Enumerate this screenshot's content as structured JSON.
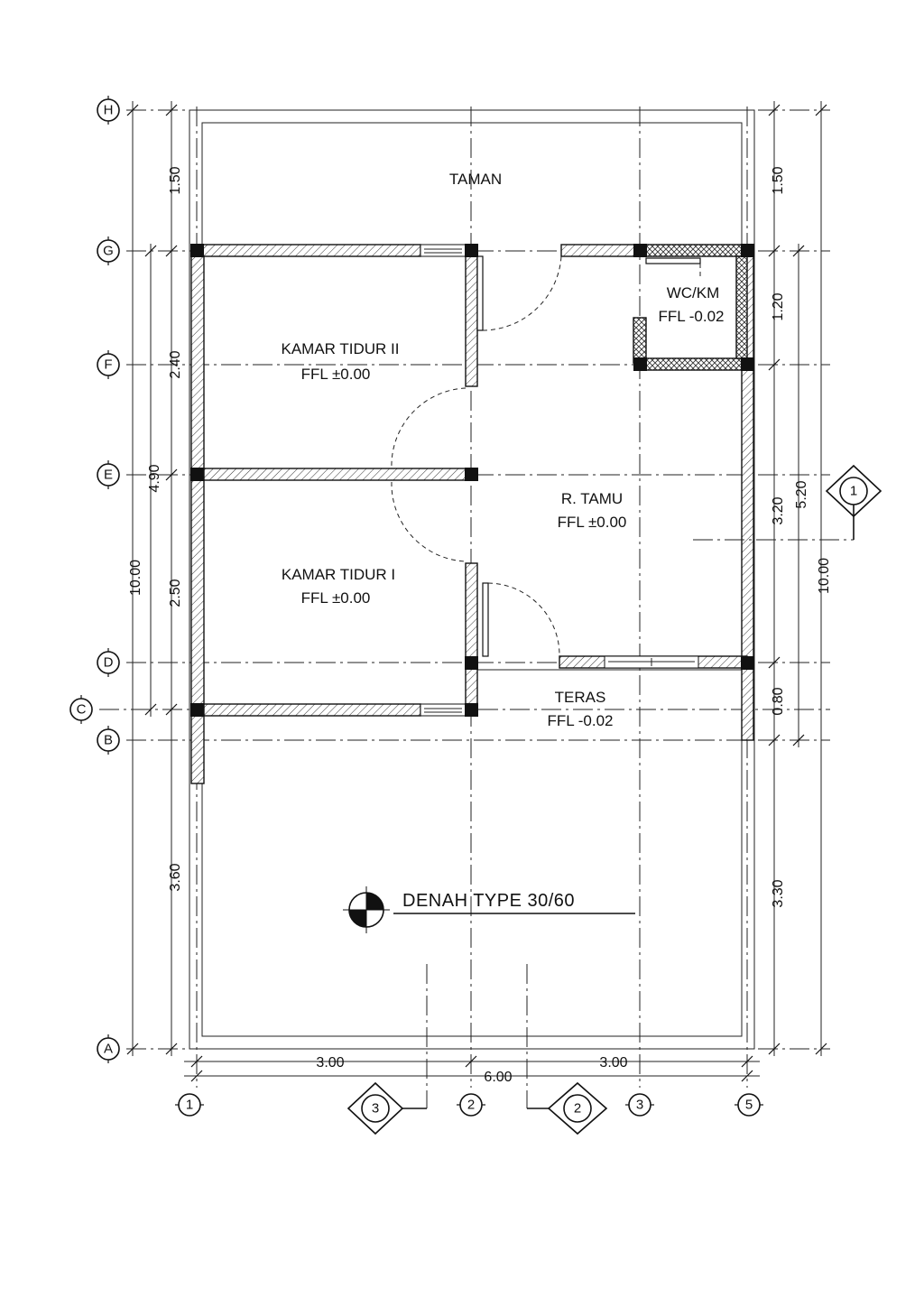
{
  "title": "DENAH TYPE 30/60",
  "rooms": {
    "taman": "TAMAN",
    "kamar2_name": "KAMAR TIDUR II",
    "kamar2_level": "FFL ±0.00",
    "kamar1_name": "KAMAR TIDUR I",
    "kamar1_level": "FFL ±0.00",
    "wc_name": "WC/KM",
    "wc_level": "FFL -0.02",
    "tamu_name": "R. TAMU",
    "tamu_level": "FFL ±0.00",
    "teras_name": "TERAS",
    "teras_level": "FFL -0.02"
  },
  "grid_rows": [
    "H",
    "G",
    "F",
    "E",
    "D",
    "C",
    "B",
    "A"
  ],
  "grid_cols": [
    "1",
    "2",
    "3",
    "5"
  ],
  "dims_left": {
    "inner": [
      "1.50",
      "2.40",
      "2.50",
      "3.60"
    ],
    "middle": "4.90",
    "total": "10.00"
  },
  "dims_right": {
    "inner": [
      "1.50",
      "1.20",
      "3.20",
      "0.80",
      "3.30"
    ],
    "middle": "5.20",
    "total": "10.00"
  },
  "dims_bottom": {
    "left": "3.00",
    "right": "3.00",
    "total": "6.00"
  },
  "sections": {
    "right_mark": "1",
    "bottom_left_mark": "3",
    "bottom_right_mark": "2"
  }
}
